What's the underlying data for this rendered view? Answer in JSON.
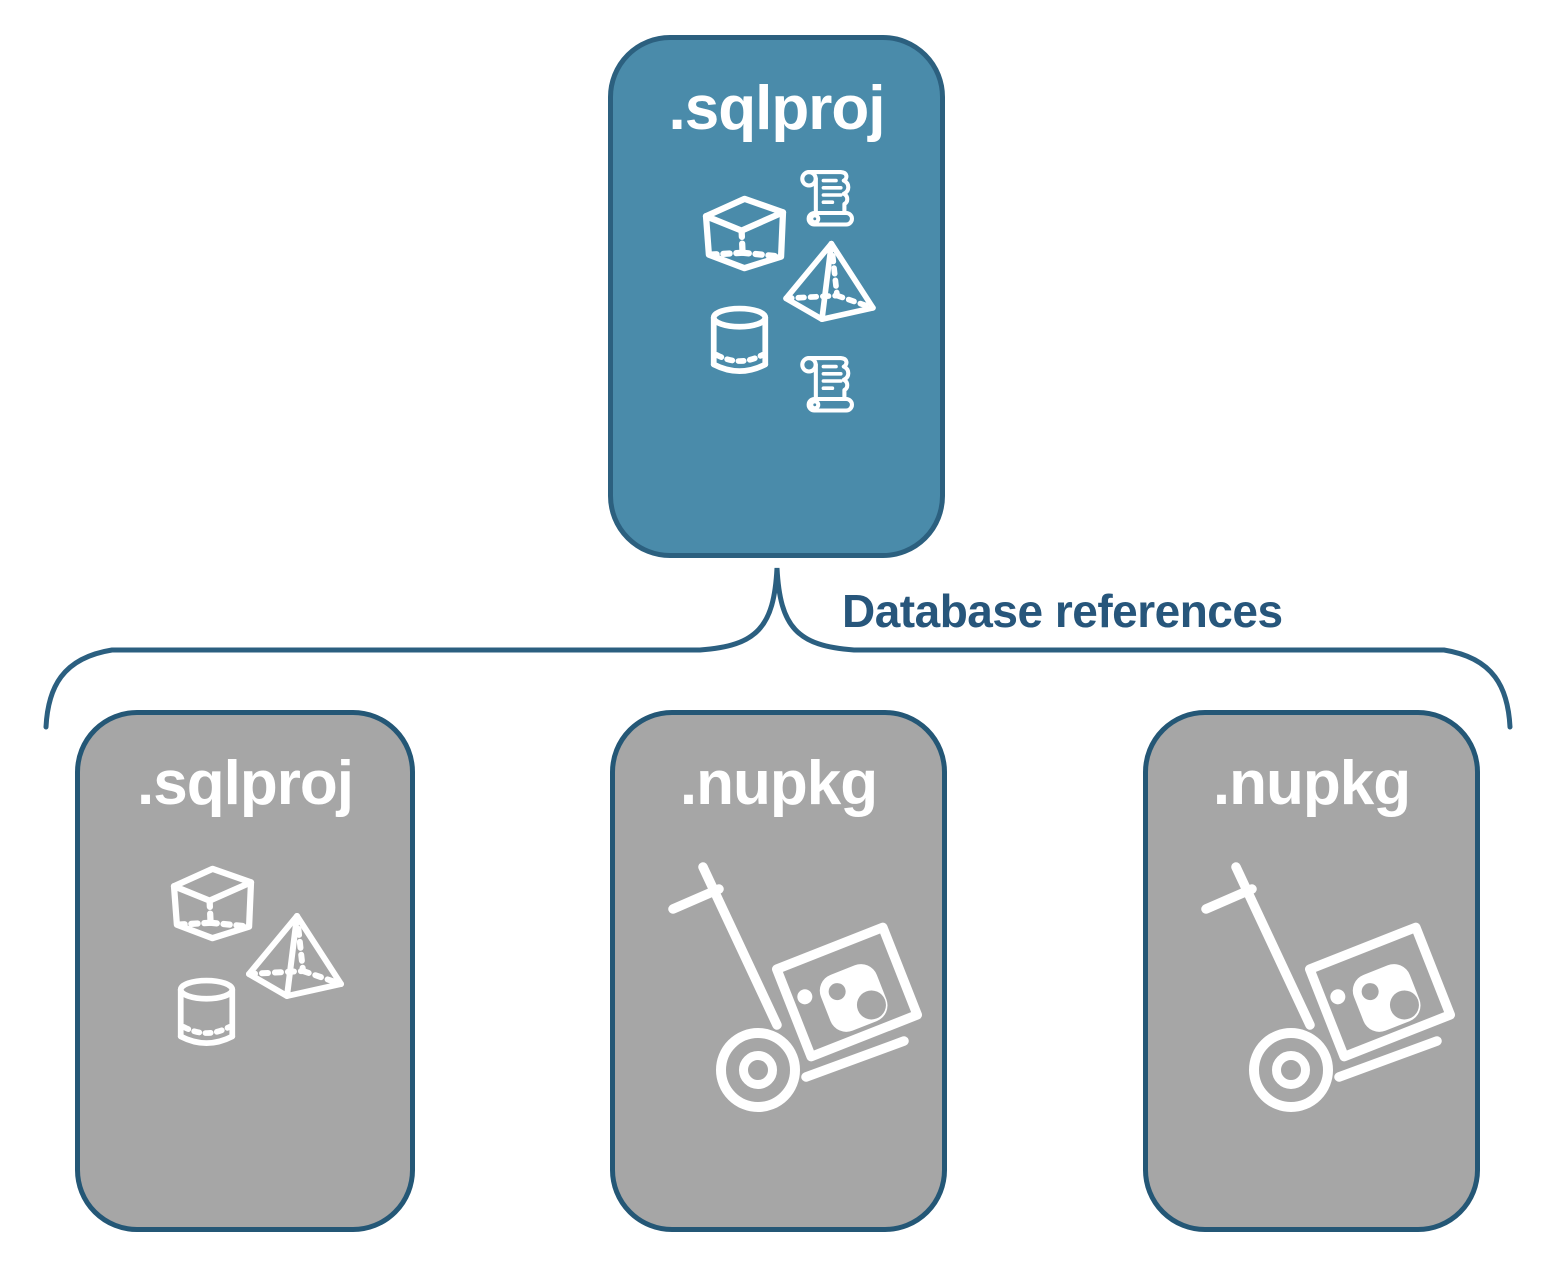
{
  "diagram": {
    "root_card": {
      "label": ".sqlproj",
      "icons": [
        "cube-icon",
        "scroll-icon",
        "pyramid-icon",
        "cylinder-icon",
        "scroll-icon"
      ]
    },
    "connector": {
      "label": "Database references"
    },
    "reference_cards": [
      {
        "label": ".sqlproj",
        "icons": [
          "cube-icon",
          "pyramid-icon",
          "cylinder-icon"
        ]
      },
      {
        "label": ".nupkg",
        "icons": [
          "hand-truck-package-icon"
        ]
      },
      {
        "label": ".nupkg",
        "icons": [
          "hand-truck-package-icon"
        ]
      }
    ],
    "colors": {
      "root_card_fill": "#4A8BAA",
      "reference_card_fill": "#A6A6A6",
      "outline_blue": "#2B5F80",
      "label_text": "#27567B",
      "icon_stroke": "#FFFFFF"
    }
  }
}
